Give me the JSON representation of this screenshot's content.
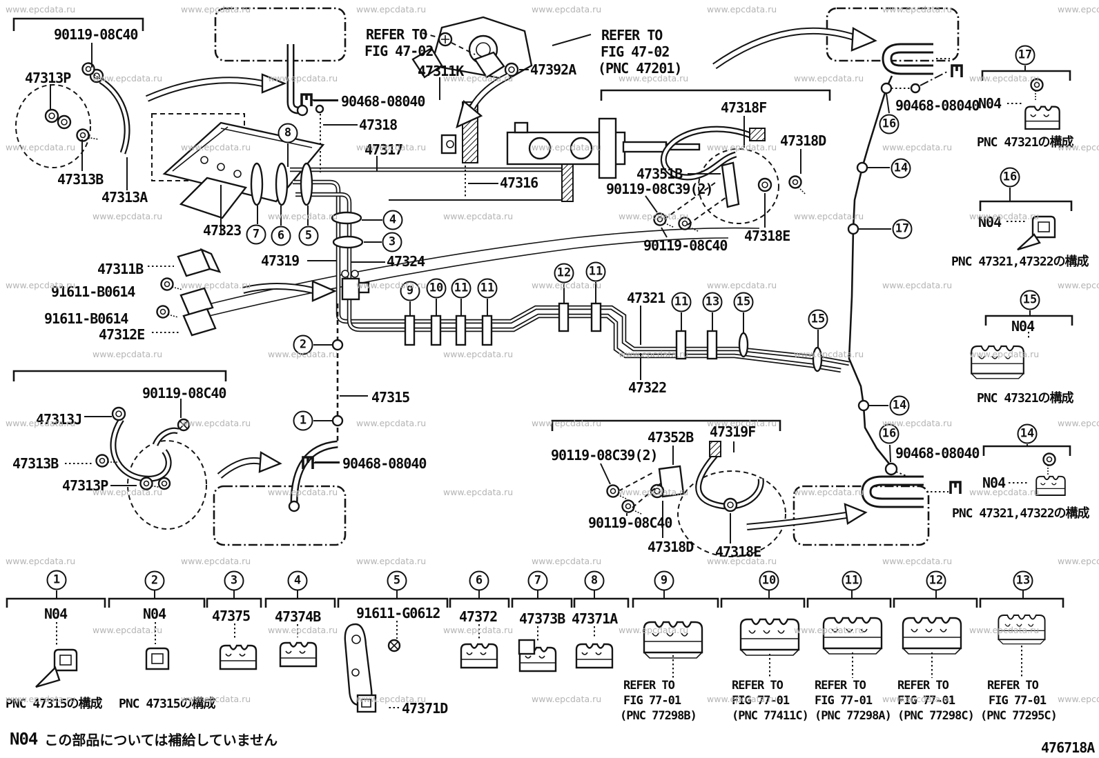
{
  "diagram": {
    "number": "476718A",
    "watermark": "www.epcdata.ru",
    "footnote": {
      "code": "N04",
      "text": "この部品については補給していません"
    }
  },
  "strings": {
    "p90119_08C40": "90119-08C40",
    "p90119_08C39": "90119-08C39(2)",
    "p90468_08040": "90468-08040",
    "p91611_B0614": "91611-B0614",
    "p91611_G0612": "91611-G0612",
    "p47313P": "47313P",
    "p47313B": "47313B",
    "p47313A": "47313A",
    "p47313J": "47313J",
    "p47311K": "47311K",
    "p47311B": "47311B",
    "p47312E": "47312E",
    "p47392A": "47392A",
    "p47318": "47318",
    "p47317": "47317",
    "p47316": "47316",
    "p47315": "47315",
    "p47319": "47319",
    "p47323": "47323",
    "p47324": "47324",
    "p47321": "47321",
    "p47322": "47322",
    "p47318F": "47318F",
    "p47318D": "47318D",
    "p47318E": "47318E",
    "p47351B": "47351B",
    "p47352B": "47352B",
    "p47319F": "47319F",
    "p47371A": "47371A",
    "p47371D": "47371D",
    "p47372": "47372",
    "p47373B": "47373B",
    "p47374B": "47374B",
    "p47375": "47375",
    "refer_to": "REFER TO",
    "fig4702": "FIG 47-02",
    "fig7701": "FIG 77-01",
    "pnc47201": "(PNC 47201)",
    "n04": "N04",
    "pnc47321": "PNC 47321の構成",
    "pnc4732147322": "PNC 47321,47322の構成",
    "pnc47315": "PNC 47315の構成",
    "pnc77298B": "(PNC 77298B)",
    "pnc77411C": "(PNC 77411C)",
    "pnc77298A": "(PNC 77298A)",
    "pnc77298C": "(PNC 77298C)",
    "pnc77295C": "(PNC 77295C)"
  },
  "callouts": {
    "c1": "1",
    "c2": "2",
    "c3": "3",
    "c4": "4",
    "c5": "5",
    "c6": "6",
    "c7": "7",
    "c8": "8",
    "c9": "9",
    "c10": "10",
    "c11": "11",
    "c12": "12",
    "c13": "13",
    "c14": "14",
    "c15": "15",
    "c16": "16",
    "c17": "17"
  }
}
